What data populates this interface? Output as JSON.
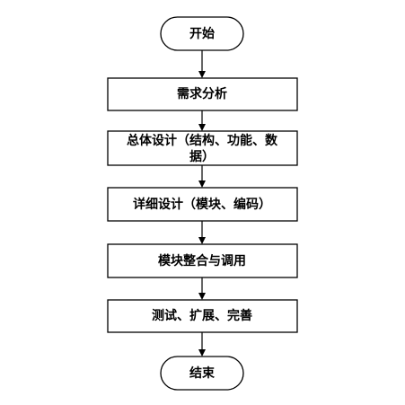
{
  "flowchart": {
    "start": {
      "label": "开始"
    },
    "steps": [
      {
        "label": "需求分析"
      },
      {
        "label_line1": "总体设计（结构、功能、数",
        "label_line2": "据）"
      },
      {
        "label": "详细设计（模块、编码）"
      },
      {
        "label": "模块整合与调用"
      },
      {
        "label": "测试、扩展、完善"
      }
    ],
    "end": {
      "label": "结束"
    }
  }
}
